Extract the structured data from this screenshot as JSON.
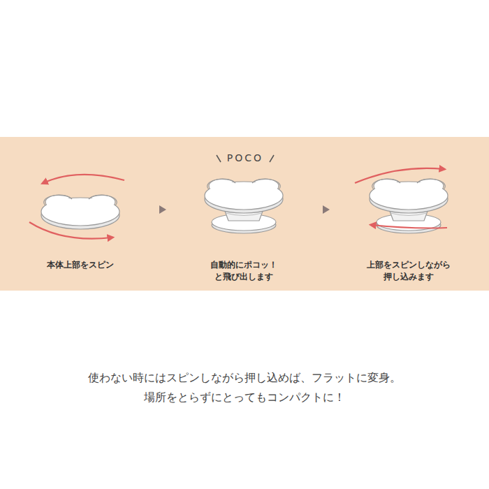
{
  "diagram": {
    "labels": [
      "POCO",
      "本体上部をスピン",
      "自動的にポコッ！ と飛び出します",
      "上部をスピンしながら 押し込みます",
      "使わない時にはスピンしながら押し込めば、フラットに変身。 場所をとらずにとってもコンパクトに！"
    ]
  }
}
